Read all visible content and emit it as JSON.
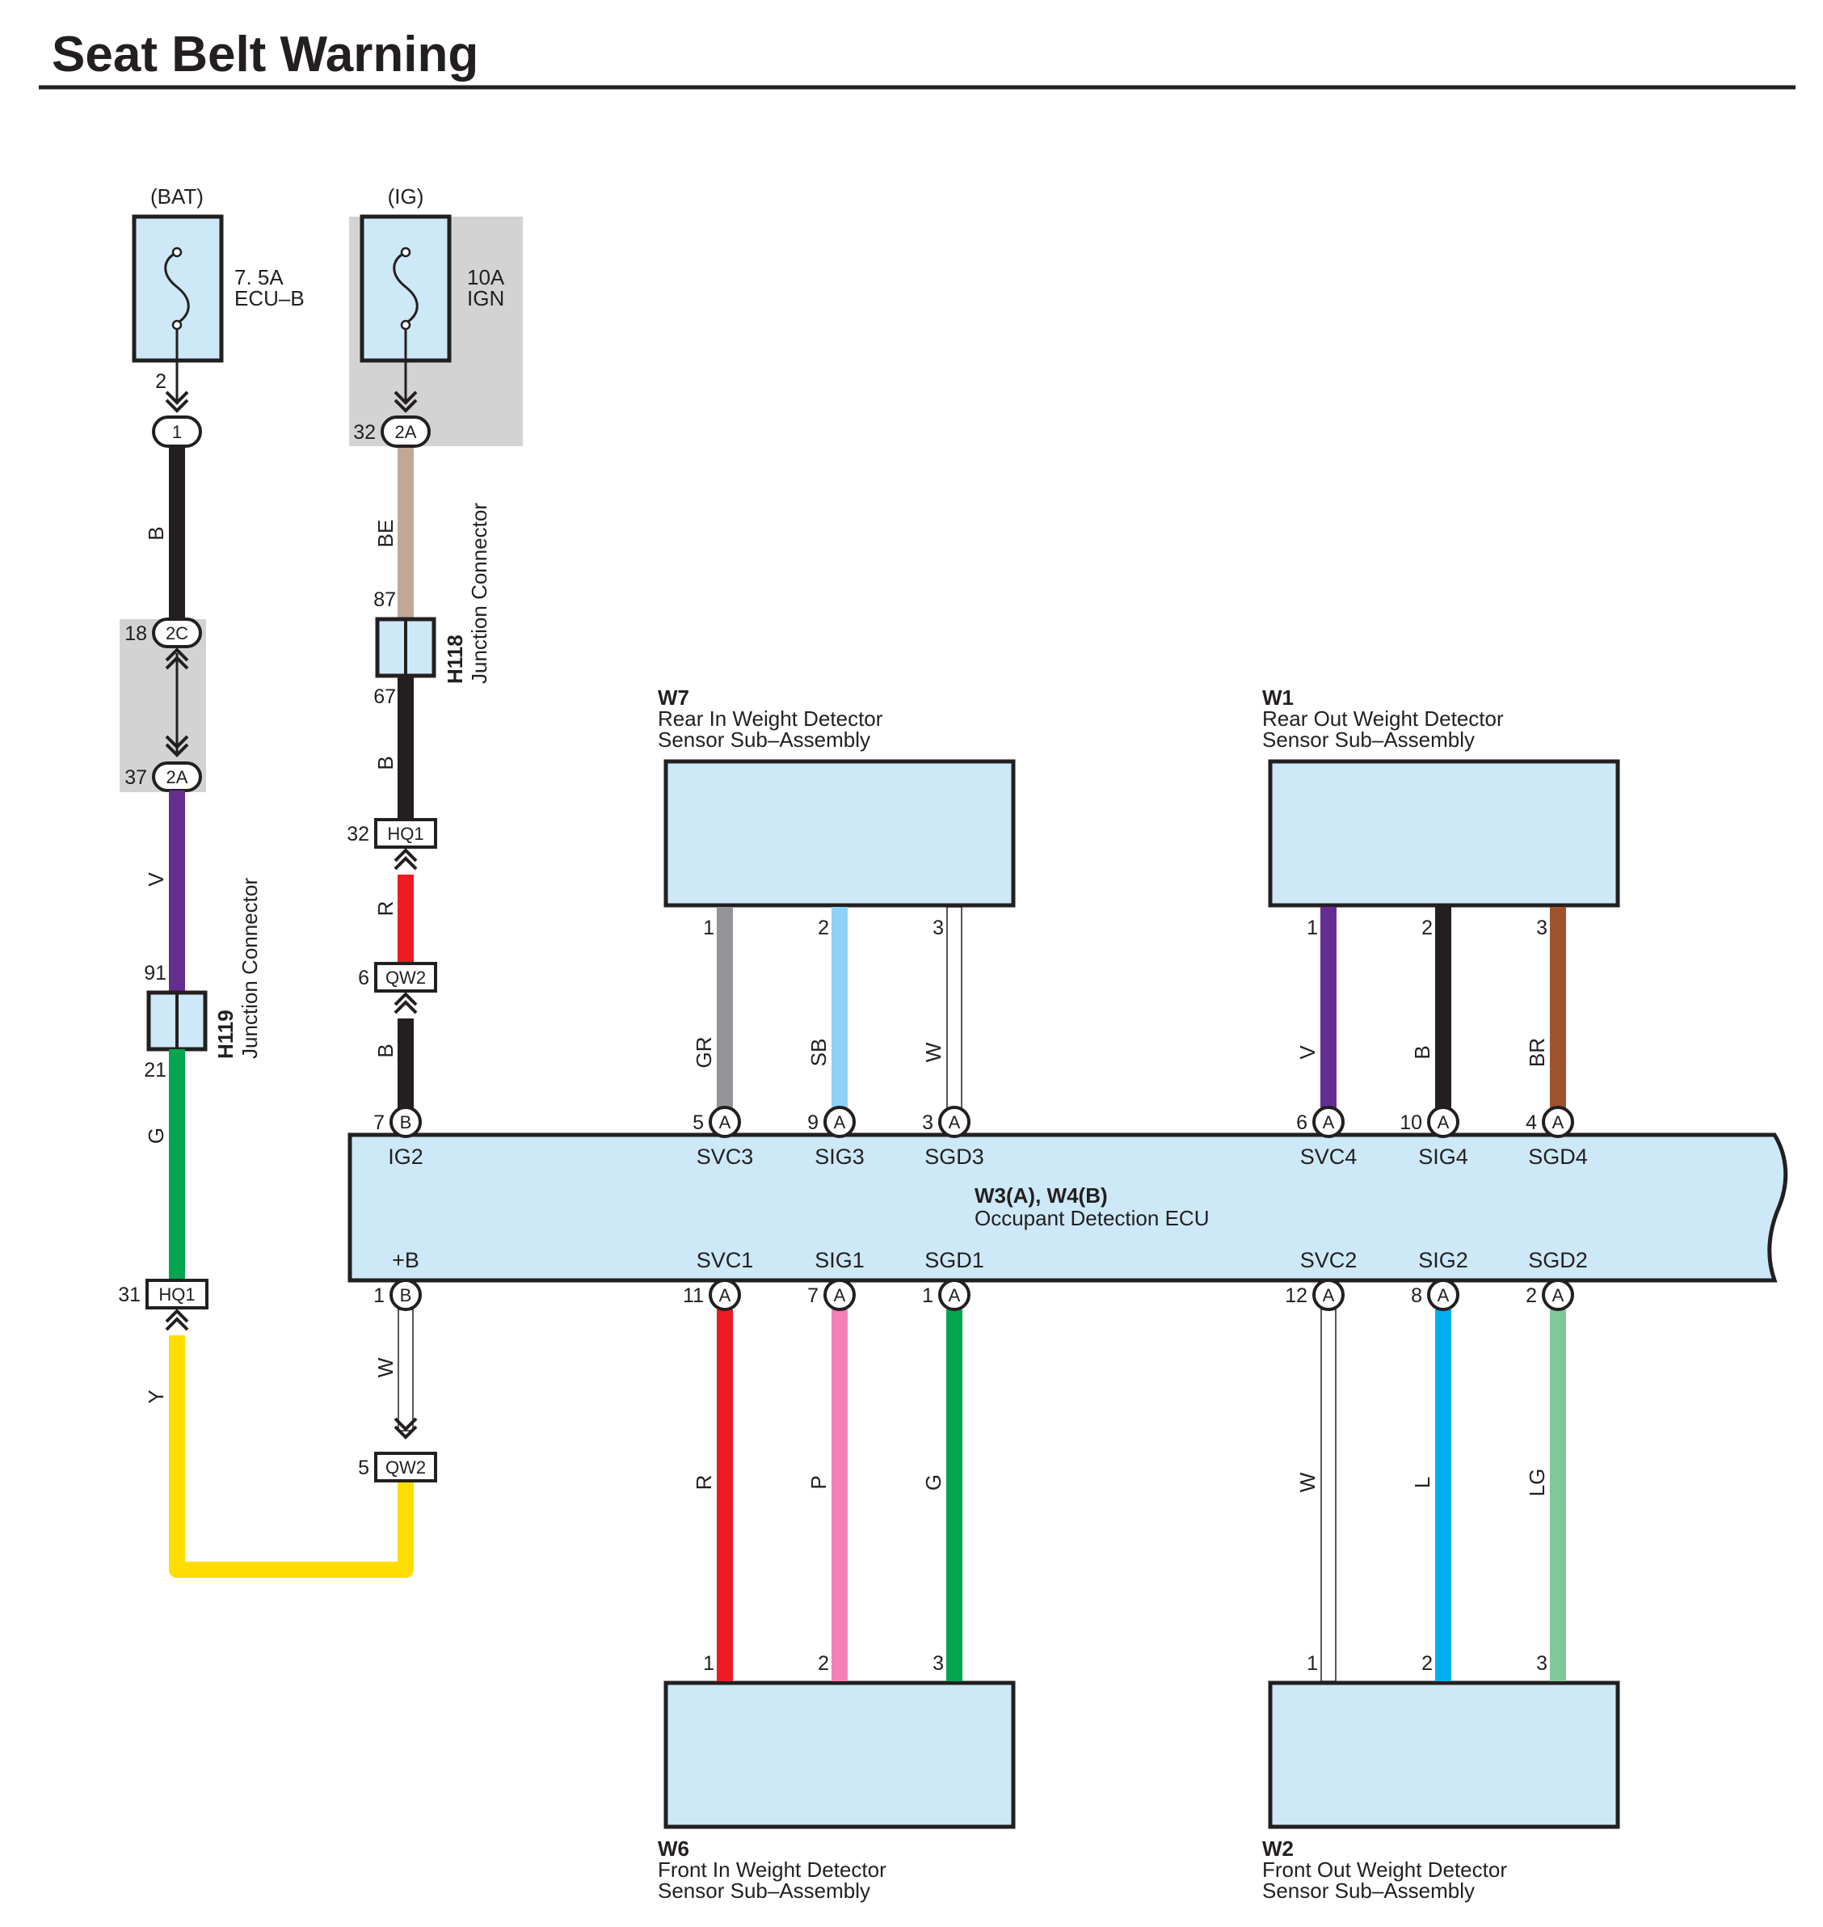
{
  "title": "Seat Belt Warning",
  "colors": {
    "box_fill": "#cde8f7",
    "shade": "#d3d3d3",
    "B": "#231f20",
    "V": "#662d91",
    "G": "#00a650",
    "Y": "#ffdd00",
    "BE": "#c2a894",
    "R": "#ed1c24",
    "GR": "#939598",
    "SB": "#8dd3f5",
    "W": "#ffffff",
    "BR": "#a0522d",
    "P": "#f081b6",
    "L": "#00aeef",
    "LG": "#7fc89a"
  },
  "power": {
    "bat": "(BAT)",
    "ig": "(IG)",
    "fuse_bat": {
      "rating": "7. 5A",
      "name": "ECU–B"
    },
    "fuse_ig": {
      "rating": "10A",
      "name": "IGN"
    }
  },
  "left_circuit": {
    "pin_fuse_out": "2",
    "conn1": "1",
    "pin_18": "18",
    "conn_2c": "2C",
    "pin_37": "37",
    "conn_2a": "2A",
    "pin_91": "91",
    "pin_21": "21",
    "h119_code": "H119",
    "h119_name": "Junction Connector",
    "pin_31": "31",
    "hq1": "HQ1",
    "wire_b": "B",
    "wire_v": "V",
    "wire_g": "G",
    "wire_y": "Y"
  },
  "mid_circuit": {
    "pin_32": "32",
    "conn_2a": "2A",
    "pin_87": "87",
    "pin_67": "67",
    "h118_code": "H118",
    "h118_name": "Junction Connector",
    "pin_hq1": "32",
    "hq1": "HQ1",
    "pin_qw2_top": "6",
    "qw2": "QW2",
    "pin_7": "7",
    "pin_1": "1",
    "pin_qw2_bot": "5",
    "wire_be": "BE",
    "wire_b1": "B",
    "wire_r": "R",
    "wire_b2": "B",
    "wire_w": "W"
  },
  "ecu": {
    "code": "W3(A), W4(B)",
    "name": "Occupant Detection ECU",
    "conn_a": "A",
    "conn_b": "B",
    "top_signals": [
      {
        "name": "IG2",
        "pin": "7",
        "conn": "B"
      },
      {
        "name": "SVC3",
        "pin": "5",
        "conn": "A"
      },
      {
        "name": "SIG3",
        "pin": "9",
        "conn": "A"
      },
      {
        "name": "SGD3",
        "pin": "3",
        "conn": "A"
      },
      {
        "name": "SVC4",
        "pin": "6",
        "conn": "A"
      },
      {
        "name": "SIG4",
        "pin": "10",
        "conn": "A"
      },
      {
        "name": "SGD4",
        "pin": "4",
        "conn": "A"
      }
    ],
    "bottom_signals": [
      {
        "name": "+B",
        "pin": "1",
        "conn": "B"
      },
      {
        "name": "SVC1",
        "pin": "11",
        "conn": "A"
      },
      {
        "name": "SIG1",
        "pin": "7",
        "conn": "A"
      },
      {
        "name": "SGD1",
        "pin": "1",
        "conn": "A"
      },
      {
        "name": "SVC2",
        "pin": "12",
        "conn": "A"
      },
      {
        "name": "SIG2",
        "pin": "8",
        "conn": "A"
      },
      {
        "name": "SGD2",
        "pin": "2",
        "conn": "A"
      }
    ]
  },
  "sensors": {
    "w7": {
      "code": "W7",
      "line1": "Rear In Weight Detector",
      "line2": "Sensor Sub–Assembly",
      "pins": [
        "1",
        "2",
        "3"
      ],
      "wires": [
        "GR",
        "SB",
        "W"
      ]
    },
    "w1": {
      "code": "W1",
      "line1": "Rear Out Weight Detector",
      "line2": "Sensor Sub–Assembly",
      "pins": [
        "1",
        "2",
        "3"
      ],
      "wires": [
        "V",
        "B",
        "BR"
      ]
    },
    "w6": {
      "code": "W6",
      "line1": "Front In Weight Detector",
      "line2": "Sensor Sub–Assembly",
      "pins": [
        "1",
        "2",
        "3"
      ],
      "wires": [
        "R",
        "P",
        "G"
      ]
    },
    "w2": {
      "code": "W2",
      "line1": "Front Out Weight Detector",
      "line2": "Sensor Sub–Assembly",
      "pins": [
        "1",
        "2",
        "3"
      ],
      "wires": [
        "W",
        "L",
        "LG"
      ]
    }
  }
}
